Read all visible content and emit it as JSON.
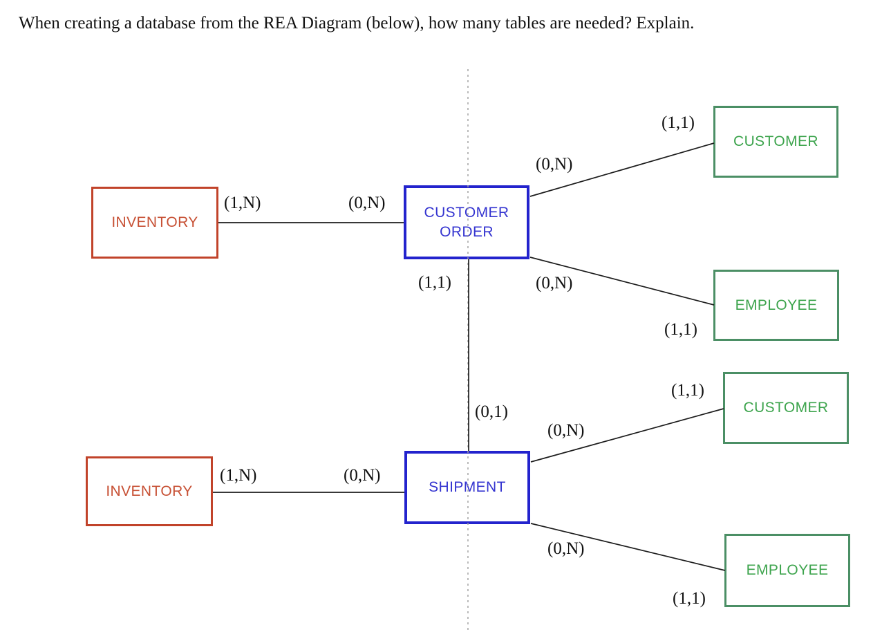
{
  "question": {
    "text": "When creating a database from the REA Diagram (below), how many tables are needed? Explain."
  },
  "colors": {
    "resource_border": "#c1432a",
    "resource_text": "#c75034",
    "event_border": "#2323cd",
    "event_text": "#3434d0",
    "agent_border": "#4b8f65",
    "agent_text": "#3da44d",
    "connector": "#1c1c1c",
    "divider": "#9c9c9c"
  },
  "diagram": {
    "entities": {
      "inventory_top": {
        "label": "INVENTORY",
        "type": "resource"
      },
      "customer_order": {
        "label": "CUSTOMER ORDER",
        "type": "event"
      },
      "customer_top": {
        "label": "CUSTOMER",
        "type": "agent"
      },
      "employee_top": {
        "label": "EMPLOYEE",
        "type": "agent"
      },
      "customer_bottom": {
        "label": "CUSTOMER",
        "type": "agent"
      },
      "inventory_bottom": {
        "label": "INVENTORY",
        "type": "resource"
      },
      "shipment": {
        "label": "SHIPMENT",
        "type": "event"
      },
      "employee_bottom": {
        "label": "EMPLOYEE",
        "type": "agent"
      }
    },
    "cardinalities": {
      "order_inventory_resource_side": "(1,N)",
      "order_inventory_event_side": "(0,N)",
      "order_customer_event_side": "(0,N)",
      "order_customer_agent_side": "(1,1)",
      "order_employee_event_side": "(0,N)",
      "order_employee_agent_side": "(1,1)",
      "order_shipment_order_side": "(1,1)",
      "order_shipment_shipment_side": "(0,1)",
      "shipment_inventory_resource_side": "(1,N)",
      "shipment_inventory_event_side": "(0,N)",
      "shipment_customer_event_side": "(0,N)",
      "shipment_customer_agent_side": "(1,1)",
      "shipment_employee_event_side": "(0,N)",
      "shipment_employee_agent_side": "(1,1)"
    }
  }
}
